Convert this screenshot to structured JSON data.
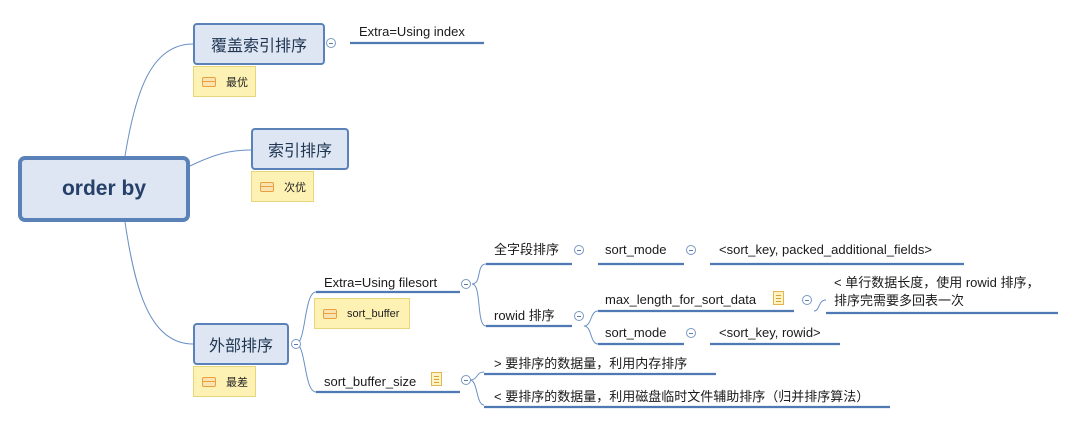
{
  "root": {
    "label": "order by"
  },
  "nodes": {
    "covering": {
      "label": "覆盖索引排序",
      "note": "最优",
      "child": "Extra=Using index"
    },
    "index": {
      "label": "索引排序",
      "note": "次优"
    },
    "external": {
      "label": "外部排序",
      "note": "最差",
      "filesort": {
        "label": "Extra=Using filesort",
        "note": "sort_buffer",
        "full_field": {
          "label": "全字段排序",
          "sort_mode": "sort_mode",
          "mode_value": "<sort_key, packed_additional_fields>"
        },
        "rowid": {
          "label": "rowid 排序",
          "max_length": "max_length_for_sort_data",
          "max_length_note_1": "< 单行数据长度，使用 rowid 排序，",
          "max_length_note_2": "排序完需要多回表一次",
          "sort_mode": "sort_mode",
          "mode_value": "<sort_key, rowid>"
        }
      },
      "sort_buffer_size": {
        "label": "sort_buffer_size",
        "gt": "> 要排序的数据量，利用内存排序",
        "lt": "< 要排序的数据量，利用磁盘临时文件辅助排序（归并排序算法）"
      }
    }
  },
  "colors": {
    "line": "#5b87bf",
    "node_fill": "#dde6f2",
    "node_border": "#5a82b8",
    "note_fill": "#fdf2b3"
  }
}
